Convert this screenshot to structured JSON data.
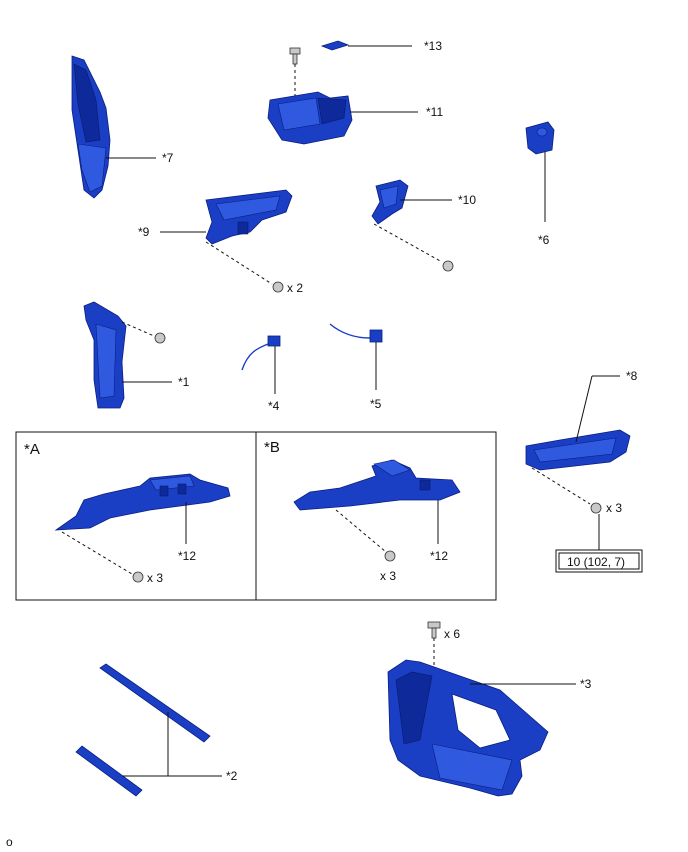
{
  "callouts": {
    "c1": "*1",
    "c2": "*2",
    "c3": "*3",
    "c4": "*4",
    "c5": "*5",
    "c6": "*6",
    "c7": "*7",
    "c8": "*8",
    "c9": "*9",
    "c10": "*10",
    "c11": "*11",
    "c12a": "*12",
    "c12b": "*12",
    "c13": "*13"
  },
  "variants": {
    "a": "*A",
    "b": "*B"
  },
  "quantities": {
    "q9": "x 2",
    "q8": "x 3",
    "qa": "x 3",
    "qb": "x 3",
    "q3": "x 6"
  },
  "torque_spec": "10 (102, 7)",
  "corner_mark": "o",
  "colors": {
    "part_blue": "#1a3fc4",
    "line": "#111111"
  }
}
